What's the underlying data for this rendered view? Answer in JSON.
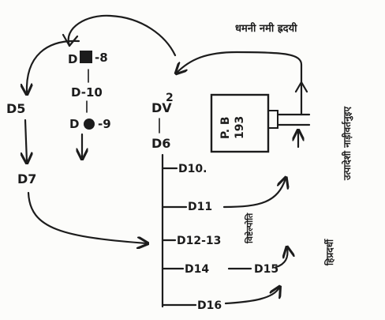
{
  "nodes": {
    "d5": "D5",
    "d7": "D7",
    "d_8": "D",
    "n8": "-8",
    "d10_left": "D-10",
    "d_9": "D",
    "n9": "-9",
    "n2": "2",
    "dv": "DV",
    "d6": "D6",
    "d10_right": "D10.",
    "d11": "D11",
    "d12_13": "D12-13",
    "d14": "D14",
    "d15": "D15",
    "d16": "D16",
    "box_line1": "P. B",
    "box_line2": "193"
  },
  "annotations": {
    "top_right": "धमनी नमी ह्रदयी",
    "right_vertical": "उत्पादेशी नाड़ीवर्तनुइए",
    "mid_vertical": "विष्टेल्पोति",
    "lower_right_vertical": "हिप्रदर्धी"
  },
  "colors": {
    "ink": "#1c1c1c",
    "paper": "#fcfcfa"
  }
}
